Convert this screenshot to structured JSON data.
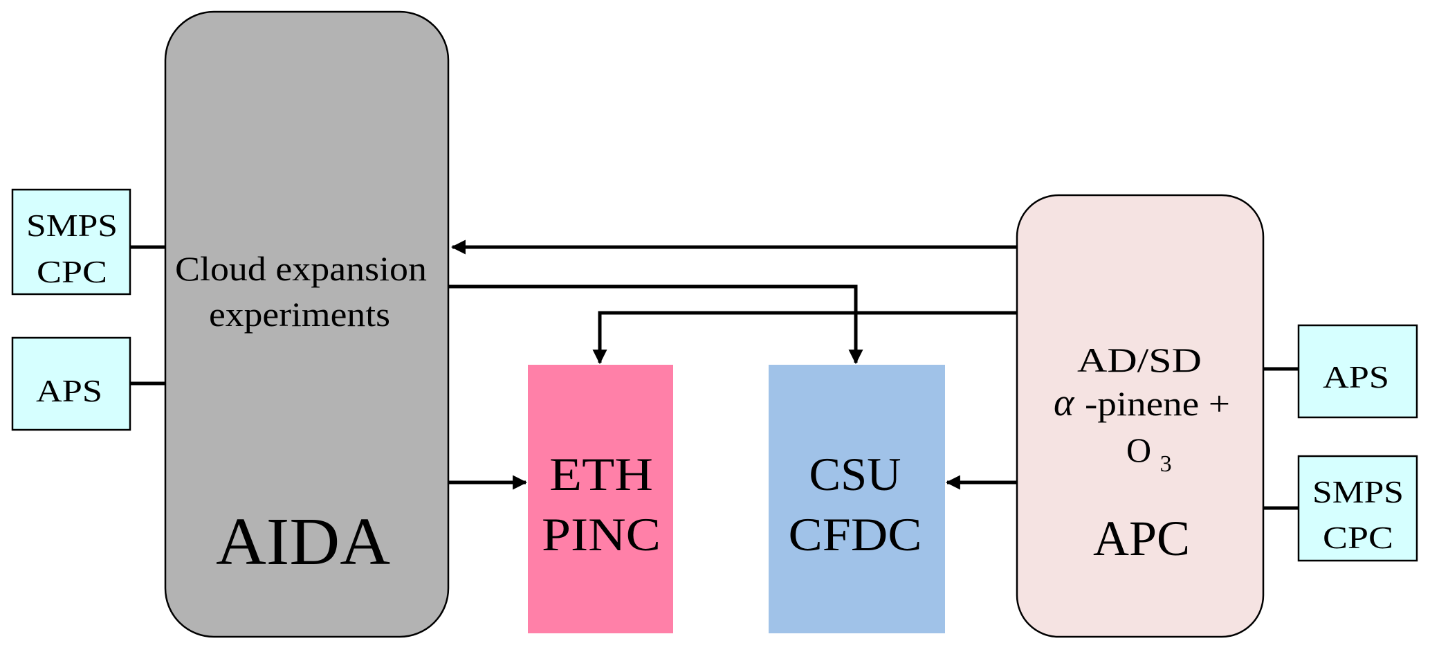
{
  "diagram": {
    "nodes": {
      "aida": {
        "label": "AIDA",
        "description_lines": [
          "Cloud expansion",
          "experiments"
        ],
        "color": "#B3B3B3"
      },
      "apc": {
        "label": "APC",
        "description_lines": [
          "AD/SD",
          "-pinene +",
          "O",
          "3"
        ],
        "alpha_symbol": "α",
        "color": "#F5E3E2"
      },
      "eth_pinc": {
        "lines": [
          "ETH",
          "PINC"
        ],
        "color": "#FF80A8"
      },
      "csu_cfdc": {
        "lines": [
          "CSU",
          "CFDC"
        ],
        "color": "#A0C2E8"
      },
      "left_smps": {
        "lines": [
          "SMPS",
          "CPC"
        ],
        "color": "#D6FFFF"
      },
      "left_aps": {
        "lines": [
          "APS"
        ],
        "color": "#D6FFFF"
      },
      "right_aps": {
        "lines": [
          "APS"
        ],
        "color": "#D6FFFF"
      },
      "right_smps": {
        "lines": [
          "SMPS",
          "CPC"
        ],
        "color": "#D6FFFF"
      }
    },
    "edges": [
      {
        "from": "left_smps",
        "to": "aida",
        "type": "line"
      },
      {
        "from": "left_aps",
        "to": "aida",
        "type": "line"
      },
      {
        "from": "apc",
        "to": "aida",
        "type": "arrow"
      },
      {
        "from": "aida",
        "to": "csu_cfdc",
        "type": "arrow"
      },
      {
        "from": "apc",
        "to": "eth_pinc",
        "type": "arrow"
      },
      {
        "from": "aida",
        "to": "eth_pinc",
        "type": "arrow"
      },
      {
        "from": "apc",
        "to": "csu_cfdc",
        "type": "arrow"
      },
      {
        "from": "right_aps",
        "to": "apc",
        "type": "line"
      },
      {
        "from": "right_smps",
        "to": "apc",
        "type": "line"
      }
    ]
  }
}
